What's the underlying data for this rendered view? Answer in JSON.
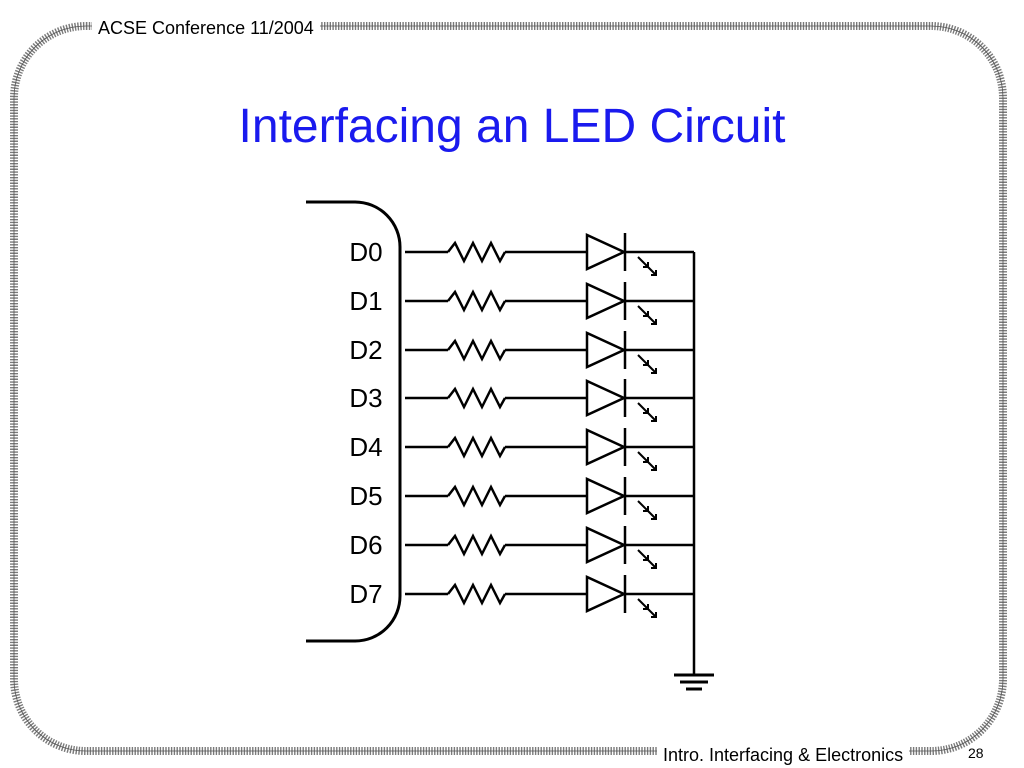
{
  "header": {
    "text": "ACSE Conference 11/2004"
  },
  "title": "Interfacing an LED Circuit",
  "footer": {
    "text": "Intro. Interfacing & Electronics",
    "page_number": "28"
  },
  "diagram": {
    "pins": [
      "D0",
      "D1",
      "D2",
      "D3",
      "D4",
      "D5",
      "D6",
      "D7"
    ],
    "components_per_line": [
      "resistor",
      "led"
    ],
    "common_return": "ground"
  },
  "colors": {
    "title": "#1a1aee",
    "frame": "#777777",
    "lines": "#000000"
  }
}
